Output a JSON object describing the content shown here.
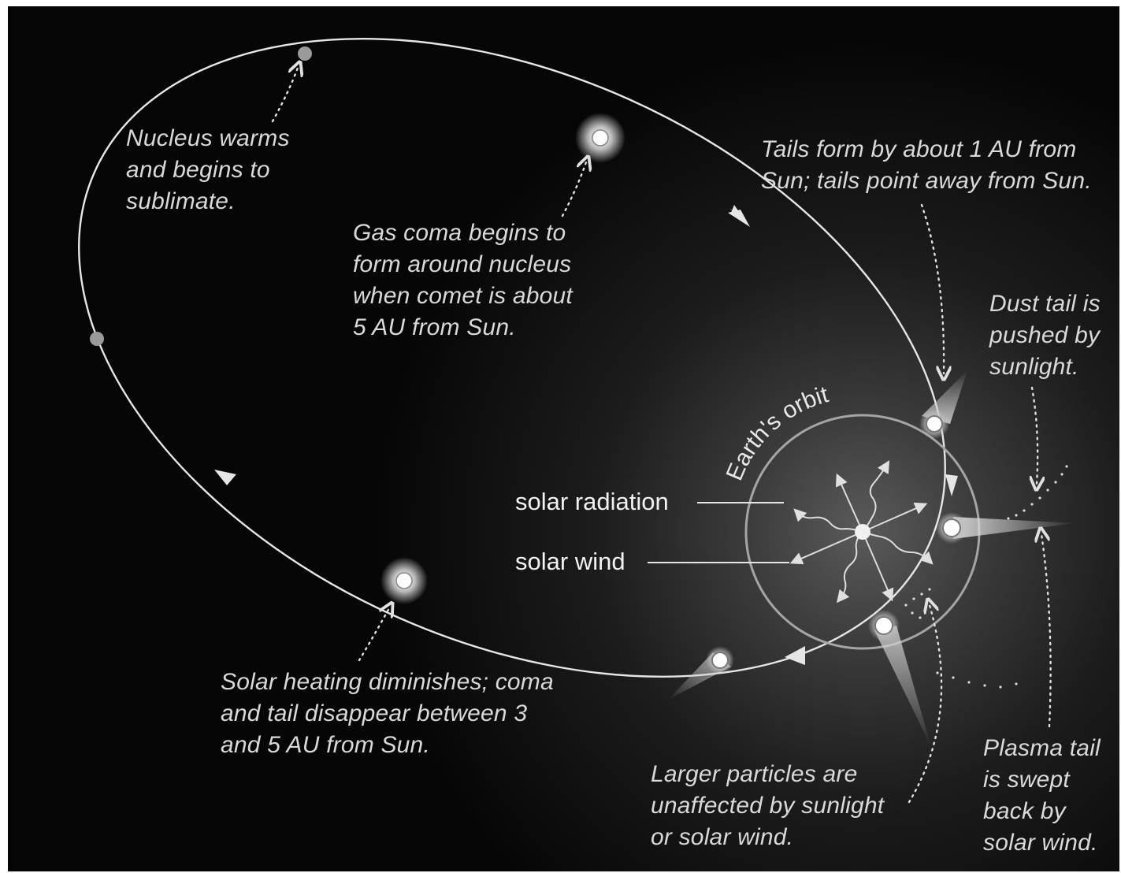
{
  "labels": {
    "nucleus_warms": [
      "Nucleus warms",
      "and begins to",
      "sublimate."
    ],
    "gas_coma": [
      "Gas coma begins to",
      "form around nucleus",
      "when comet is about",
      "5 AU from Sun."
    ],
    "tails_form": [
      "Tails form by about 1 AU from",
      "Sun; tails point away from Sun."
    ],
    "dust_tail": [
      "Dust tail is",
      "pushed by",
      "sunlight."
    ],
    "solar_heating": [
      "Solar heating diminishes; coma",
      "and tail disappear between 3",
      "and 5 AU from Sun."
    ],
    "larger_particles": [
      "Larger particles are",
      "unaffected by sunlight",
      "or solar wind."
    ],
    "plasma_tail": [
      "Plasma tail",
      "is swept",
      "back by",
      "solar wind."
    ],
    "solar_radiation": "solar radiation",
    "solar_wind": "solar wind",
    "earths_orbit": "Earth's orbit"
  },
  "colors": {
    "background": "#060606",
    "orbit": "#e6e6e6",
    "text": "#d9d9d9"
  }
}
